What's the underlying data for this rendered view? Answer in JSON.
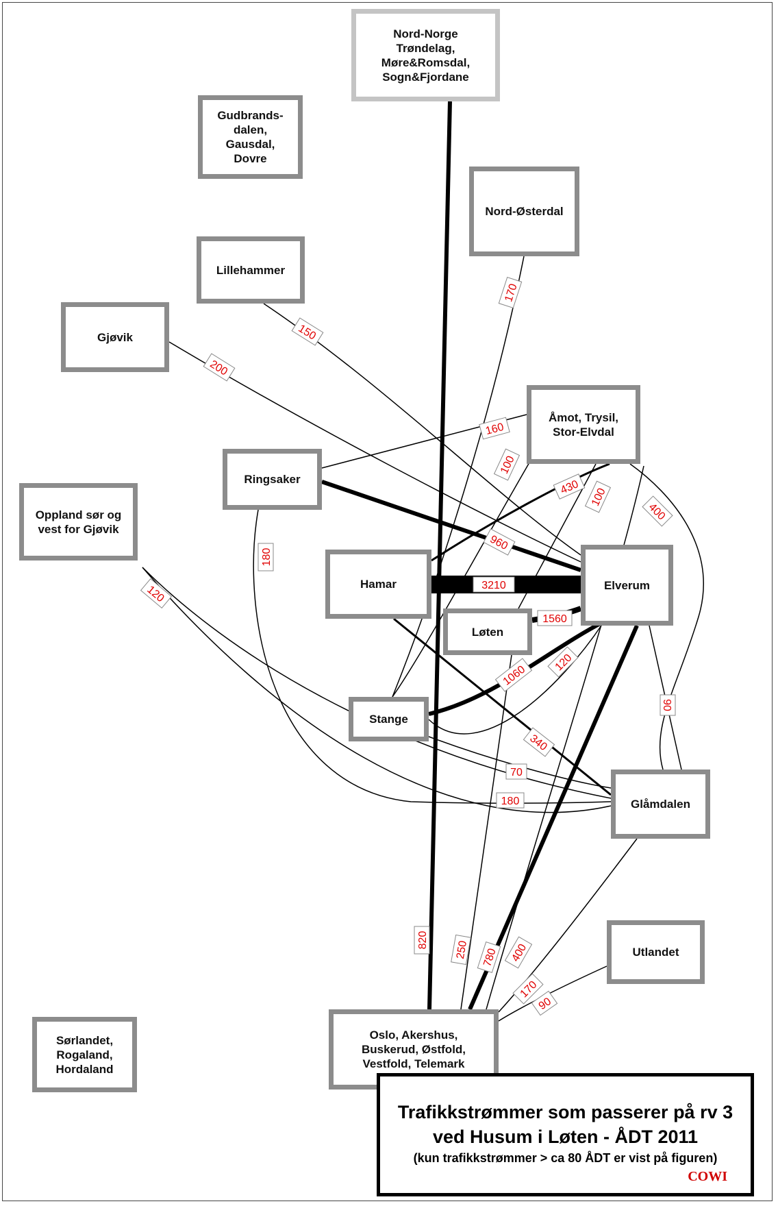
{
  "nodes": {
    "nord_norge": "Nord-Norge\nTrøndelag,\nMøre&Romsdal,\nSogn&Fjordane",
    "gudbrandsdalen": "Gudbrands-\ndalen,\nGausdal,\nDovre",
    "nord_osterdal": "Nord-Østerdal",
    "lillehammer": "Lillehammer",
    "gjovik": "Gjøvik",
    "amot": "Åmot, Trysil,\nStor-Elvdal",
    "ringsaker": "Ringsaker",
    "oppland": "Oppland sør og\nvest for Gjøvik",
    "hamar": "Hamar",
    "elverum": "Elverum",
    "loten": "Løten",
    "stange": "Stange",
    "glamdalen": "Glåmdalen",
    "utlandet": "Utlandet",
    "oslo": "Oslo, Akershus,\nBuskerud, Østfold,\nVestfold, Telemark",
    "sorlandet": "Sørlandet,\nRogaland,\nHordaland"
  },
  "flows": [
    {
      "id": "hamar-elverum",
      "value": "3210"
    },
    {
      "id": "loten-elverum",
      "value": "1560"
    },
    {
      "id": "stange-elverum",
      "value": "1060"
    },
    {
      "id": "ringsaker-elverum",
      "value": "960"
    },
    {
      "id": "nordnorge-oslo",
      "value": "820"
    },
    {
      "id": "elverum-oslo",
      "value": "780"
    },
    {
      "id": "hamar-amot",
      "value": "430"
    },
    {
      "id": "amot-glamdalen",
      "value": "400"
    },
    {
      "id": "amot-oslo",
      "value": "400"
    },
    {
      "id": "hamar-glamdalen",
      "value": "340"
    },
    {
      "id": "loten-oslo",
      "value": "250"
    },
    {
      "id": "gjovik-elverum",
      "value": "200"
    },
    {
      "id": "ringsaker-glamdalen",
      "value": "180"
    },
    {
      "id": "oppland-elverum",
      "value": "180"
    },
    {
      "id": "nordosterdal-stange",
      "value": "170"
    },
    {
      "id": "glamdalen-oslo",
      "value": "170"
    },
    {
      "id": "ringsaker-amot",
      "value": "160"
    },
    {
      "id": "lillehammer-elverum",
      "value": "150"
    },
    {
      "id": "oppland-glamdalen",
      "value": "120"
    },
    {
      "id": "stange-elverum-2",
      "value": "120"
    },
    {
      "id": "amot-stange",
      "value": "100"
    },
    {
      "id": "amot-loten",
      "value": "100"
    },
    {
      "id": "elverum-glamdalen",
      "value": "90"
    },
    {
      "id": "utlandet-oslo",
      "value": "90"
    },
    {
      "id": "stange-glamdalen",
      "value": "70"
    }
  ],
  "title": {
    "line1": "Trafikkstrømmer som passerer på rv 3",
    "line2": "ved Husum i Løten - ÅDT 2011",
    "subtitle": "(kun trafikkstrømmer > ca 80 ÅDT er vist på figuren)",
    "brand": "COWI"
  }
}
